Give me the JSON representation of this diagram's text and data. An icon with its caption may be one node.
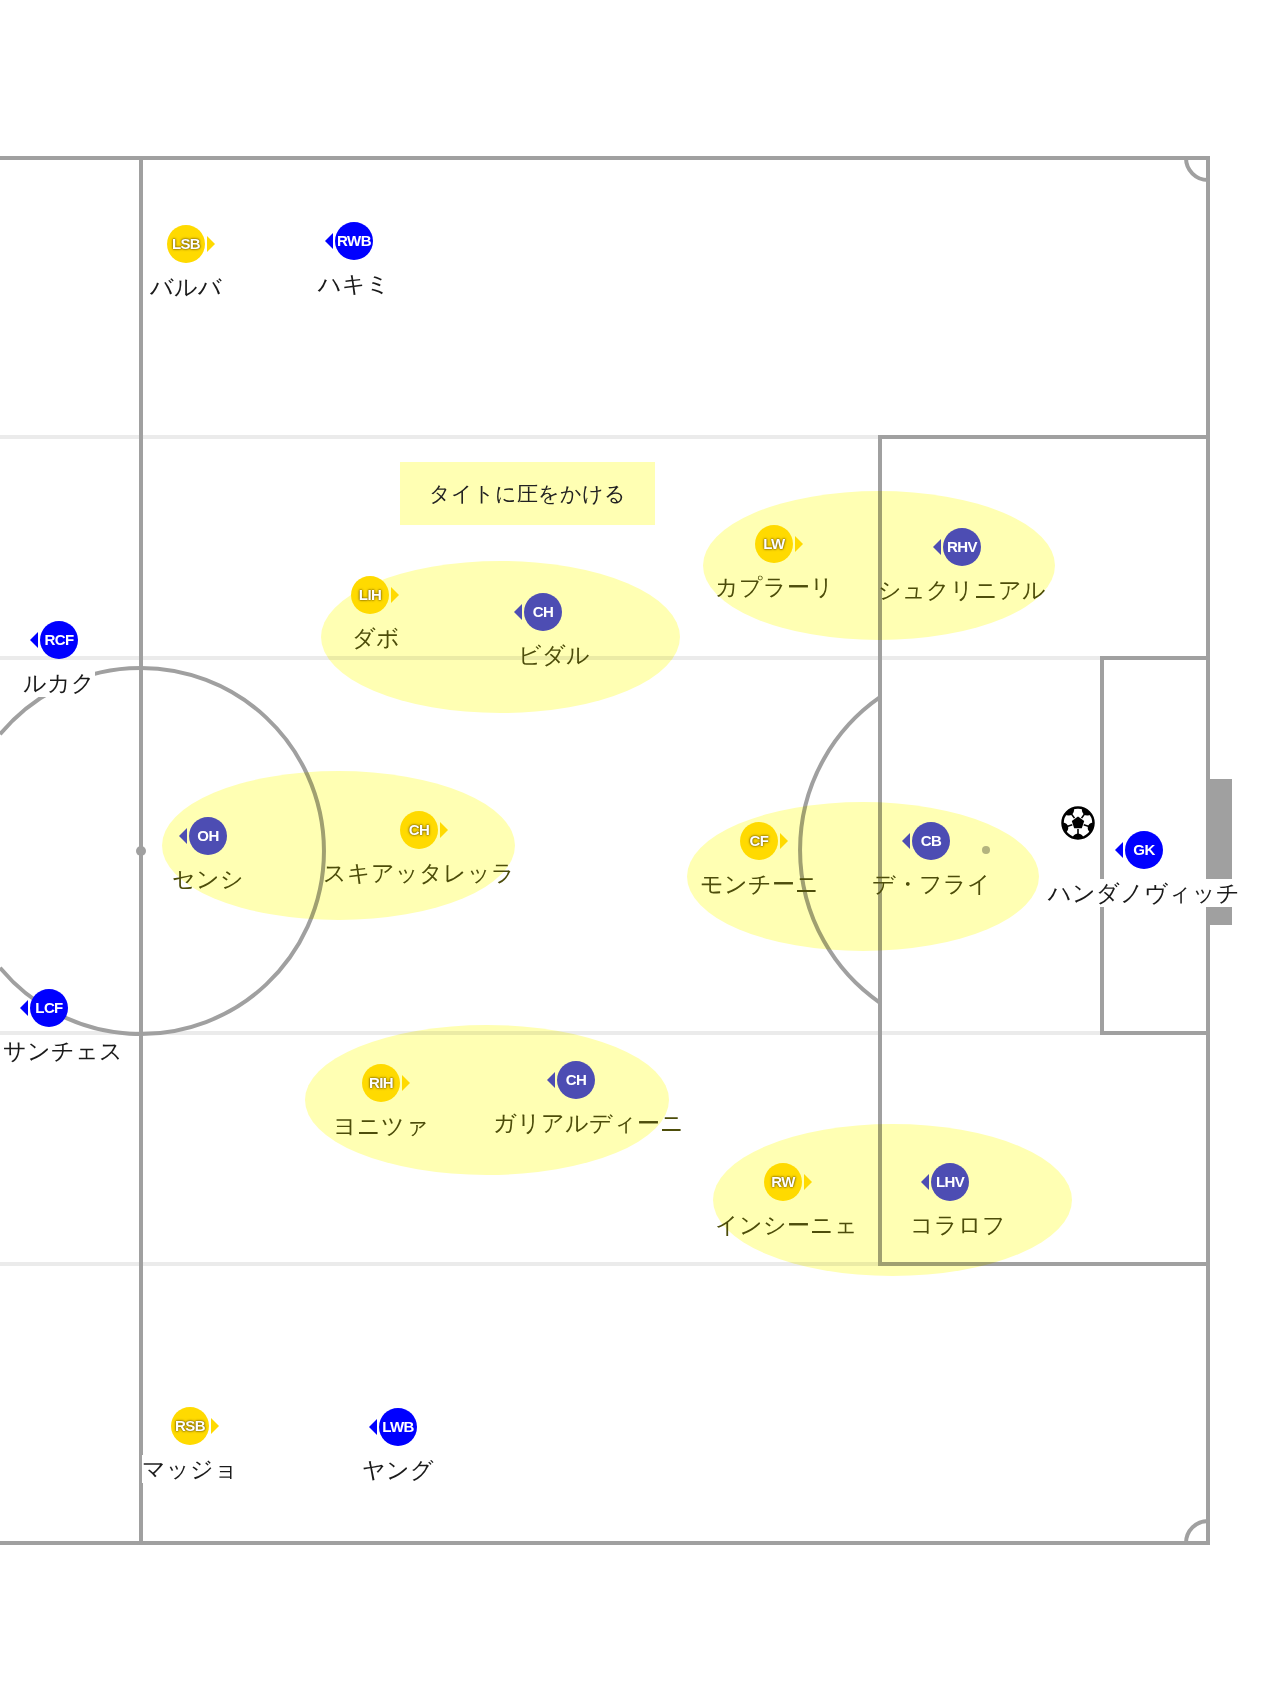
{
  "diagram": {
    "nodes": [
      {
        "text": [
          "LSB"
        ],
        "beside": [
          "バルバ"
        ]
      },
      {
        "text": [
          "RWB"
        ],
        "beside": [
          "ハキミ"
        ]
      },
      {
        "text": [
          "タイトに圧をかける"
        ]
      },
      {
        "text": [],
        "shape": "ellipse"
      },
      {
        "text": [
          "LW"
        ],
        "beside": [
          "カプラーリ"
        ],
        "in": 3
      },
      {
        "text": [
          "RHV"
        ],
        "beside": [
          "シュクリニアル"
        ],
        "in": 3
      },
      {
        "text": [],
        "shape": "ellipse"
      },
      {
        "text": [
          "LIH"
        ],
        "beside": [
          "ダボ"
        ],
        "in": 6
      },
      {
        "text": [
          "CH"
        ],
        "beside": [
          "ビダル"
        ],
        "in": 6
      },
      {
        "text": [
          "RCF"
        ],
        "beside": [
          "ルカク"
        ]
      },
      {
        "text": [],
        "shape": "ellipse"
      },
      {
        "text": [
          "OH"
        ],
        "beside": [
          "センシ"
        ],
        "in": 10
      },
      {
        "text": [
          "CH"
        ],
        "beside": [
          "スキアッタレッラ"
        ],
        "in": 10
      },
      {
        "text": [],
        "shape": "ellipse"
      },
      {
        "text": [
          "CF"
        ],
        "beside": [
          "モンチーニ"
        ],
        "in": 13
      },
      {
        "text": [
          "CB"
        ],
        "beside": [
          "デ・フライ"
        ],
        "in": 13
      },
      {
        "text": [
          "GK"
        ],
        "beside": [
          "ハンダノヴィッチ"
        ]
      },
      {
        "text": [
          "LCF"
        ],
        "beside": [
          "サンチェス"
        ]
      },
      {
        "text": [],
        "shape": "ellipse"
      },
      {
        "text": [
          "RIH"
        ],
        "beside": [
          "ヨニツァ"
        ],
        "in": 18
      },
      {
        "text": [
          "CH"
        ],
        "beside": [
          "ガリアルディーニ"
        ],
        "in": 18
      },
      {
        "text": [],
        "shape": "ellipse"
      },
      {
        "text": [
          "RW"
        ],
        "beside": [
          "インシーニェ"
        ],
        "in": 21
      },
      {
        "text": [
          "LHV"
        ],
        "beside": [
          "コラロフ"
        ],
        "in": 21
      },
      {
        "text": [
          "RSB"
        ],
        "beside": [
          "マッジョ"
        ]
      },
      {
        "text": [
          "LWB"
        ],
        "beside": [
          "ヤング"
        ]
      }
    ]
  }
}
